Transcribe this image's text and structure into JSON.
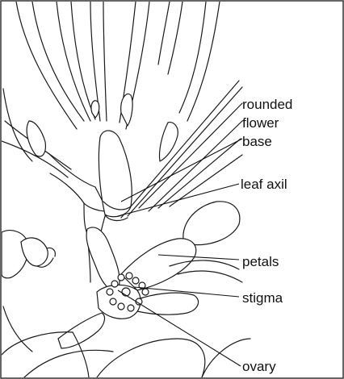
{
  "labels": {
    "rounded": "rounded",
    "flower": "flower",
    "base": "base",
    "leaf_axil": "leaf axil",
    "petals": "petals",
    "stigma": "stigma",
    "ovary": "ovary"
  },
  "colors": {
    "ink": "#1a1a1a",
    "background": "#ffffff",
    "border": "#333333"
  }
}
